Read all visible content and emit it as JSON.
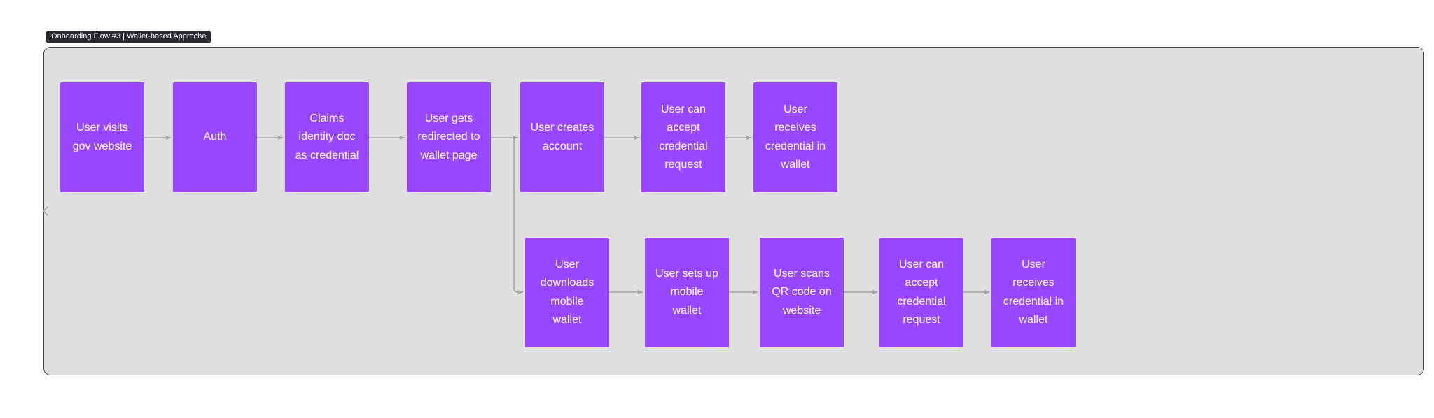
{
  "frame": {
    "title": "Onboarding Flow #3 | Wallet-based Approche"
  },
  "colors": {
    "node-fill": "#9747ff",
    "node-text": "#ffffff",
    "arrow": "#a3a3a3",
    "frame-bg": "#e0e0e0",
    "frame-border": "#48454e",
    "badge-bg": "#2a2a30",
    "badge-text": "#ffffff"
  },
  "flow": {
    "top_row": [
      {
        "id": "visit",
        "label": "User visits gov website"
      },
      {
        "id": "auth",
        "label": "Auth"
      },
      {
        "id": "claim",
        "label": "Claims identity doc as credential"
      },
      {
        "id": "redirect",
        "label": "User gets redirected to wallet page"
      },
      {
        "id": "account",
        "label": "User creates account"
      },
      {
        "id": "accept-web",
        "label": "User can accept credential request"
      },
      {
        "id": "receive-web",
        "label": "User receives credential in wallet"
      }
    ],
    "bottom_row": [
      {
        "id": "download",
        "label": "User downloads mobile wallet"
      },
      {
        "id": "setup",
        "label": "User sets up mobile wallet"
      },
      {
        "id": "scan",
        "label": "User scans QR code on website"
      },
      {
        "id": "accept-mobile",
        "label": "User can accept credential request"
      },
      {
        "id": "receive-mobile",
        "label": "User receives credential in wallet"
      }
    ],
    "edges": [
      {
        "from": "visit",
        "to": "auth"
      },
      {
        "from": "auth",
        "to": "claim"
      },
      {
        "from": "claim",
        "to": "redirect"
      },
      {
        "from": "redirect",
        "to": "account"
      },
      {
        "from": "account",
        "to": "accept-web"
      },
      {
        "from": "accept-web",
        "to": "receive-web"
      },
      {
        "from": "redirect",
        "to": "download"
      },
      {
        "from": "download",
        "to": "setup"
      },
      {
        "from": "setup",
        "to": "scan"
      },
      {
        "from": "scan",
        "to": "accept-mobile"
      },
      {
        "from": "accept-mobile",
        "to": "receive-mobile"
      }
    ]
  }
}
